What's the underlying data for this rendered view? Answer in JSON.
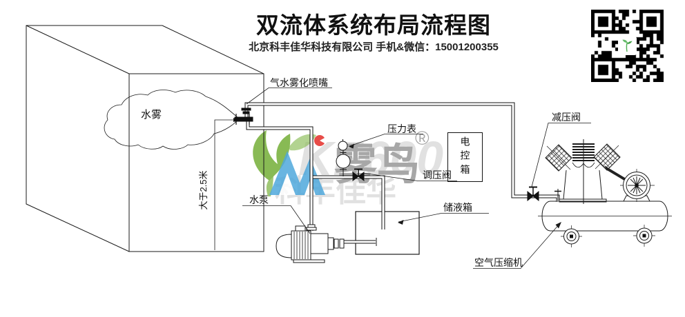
{
  "header": {
    "title": "双流体系统布局流程图",
    "subtitle": "北京科丰佳华科技有限公司 手机&微信：15001200355"
  },
  "labels": {
    "nozzle": "气水雾化喷嘴",
    "mist": "水雾",
    "mount_height": "大于2.5米",
    "pressure_gauge": "压力表",
    "regulating_valve": "调压阀",
    "control_box": "电控箱",
    "reducing_valve": "减压阀",
    "water_pump": "水泵",
    "storage_tank": "储液箱",
    "air_compressor": "空气压缩机"
  },
  "watermark": {
    "code": "KF600",
    "brand": "雾鸟",
    "registered": "®",
    "company": "科丰佳华",
    "colors": {
      "leaf": "#7cb342",
      "wave": "#3d9fd9",
      "dot": "#e53935",
      "text": "#9e9e9e",
      "faint": "#dedede"
    }
  },
  "line_color": "#1a1a1a"
}
